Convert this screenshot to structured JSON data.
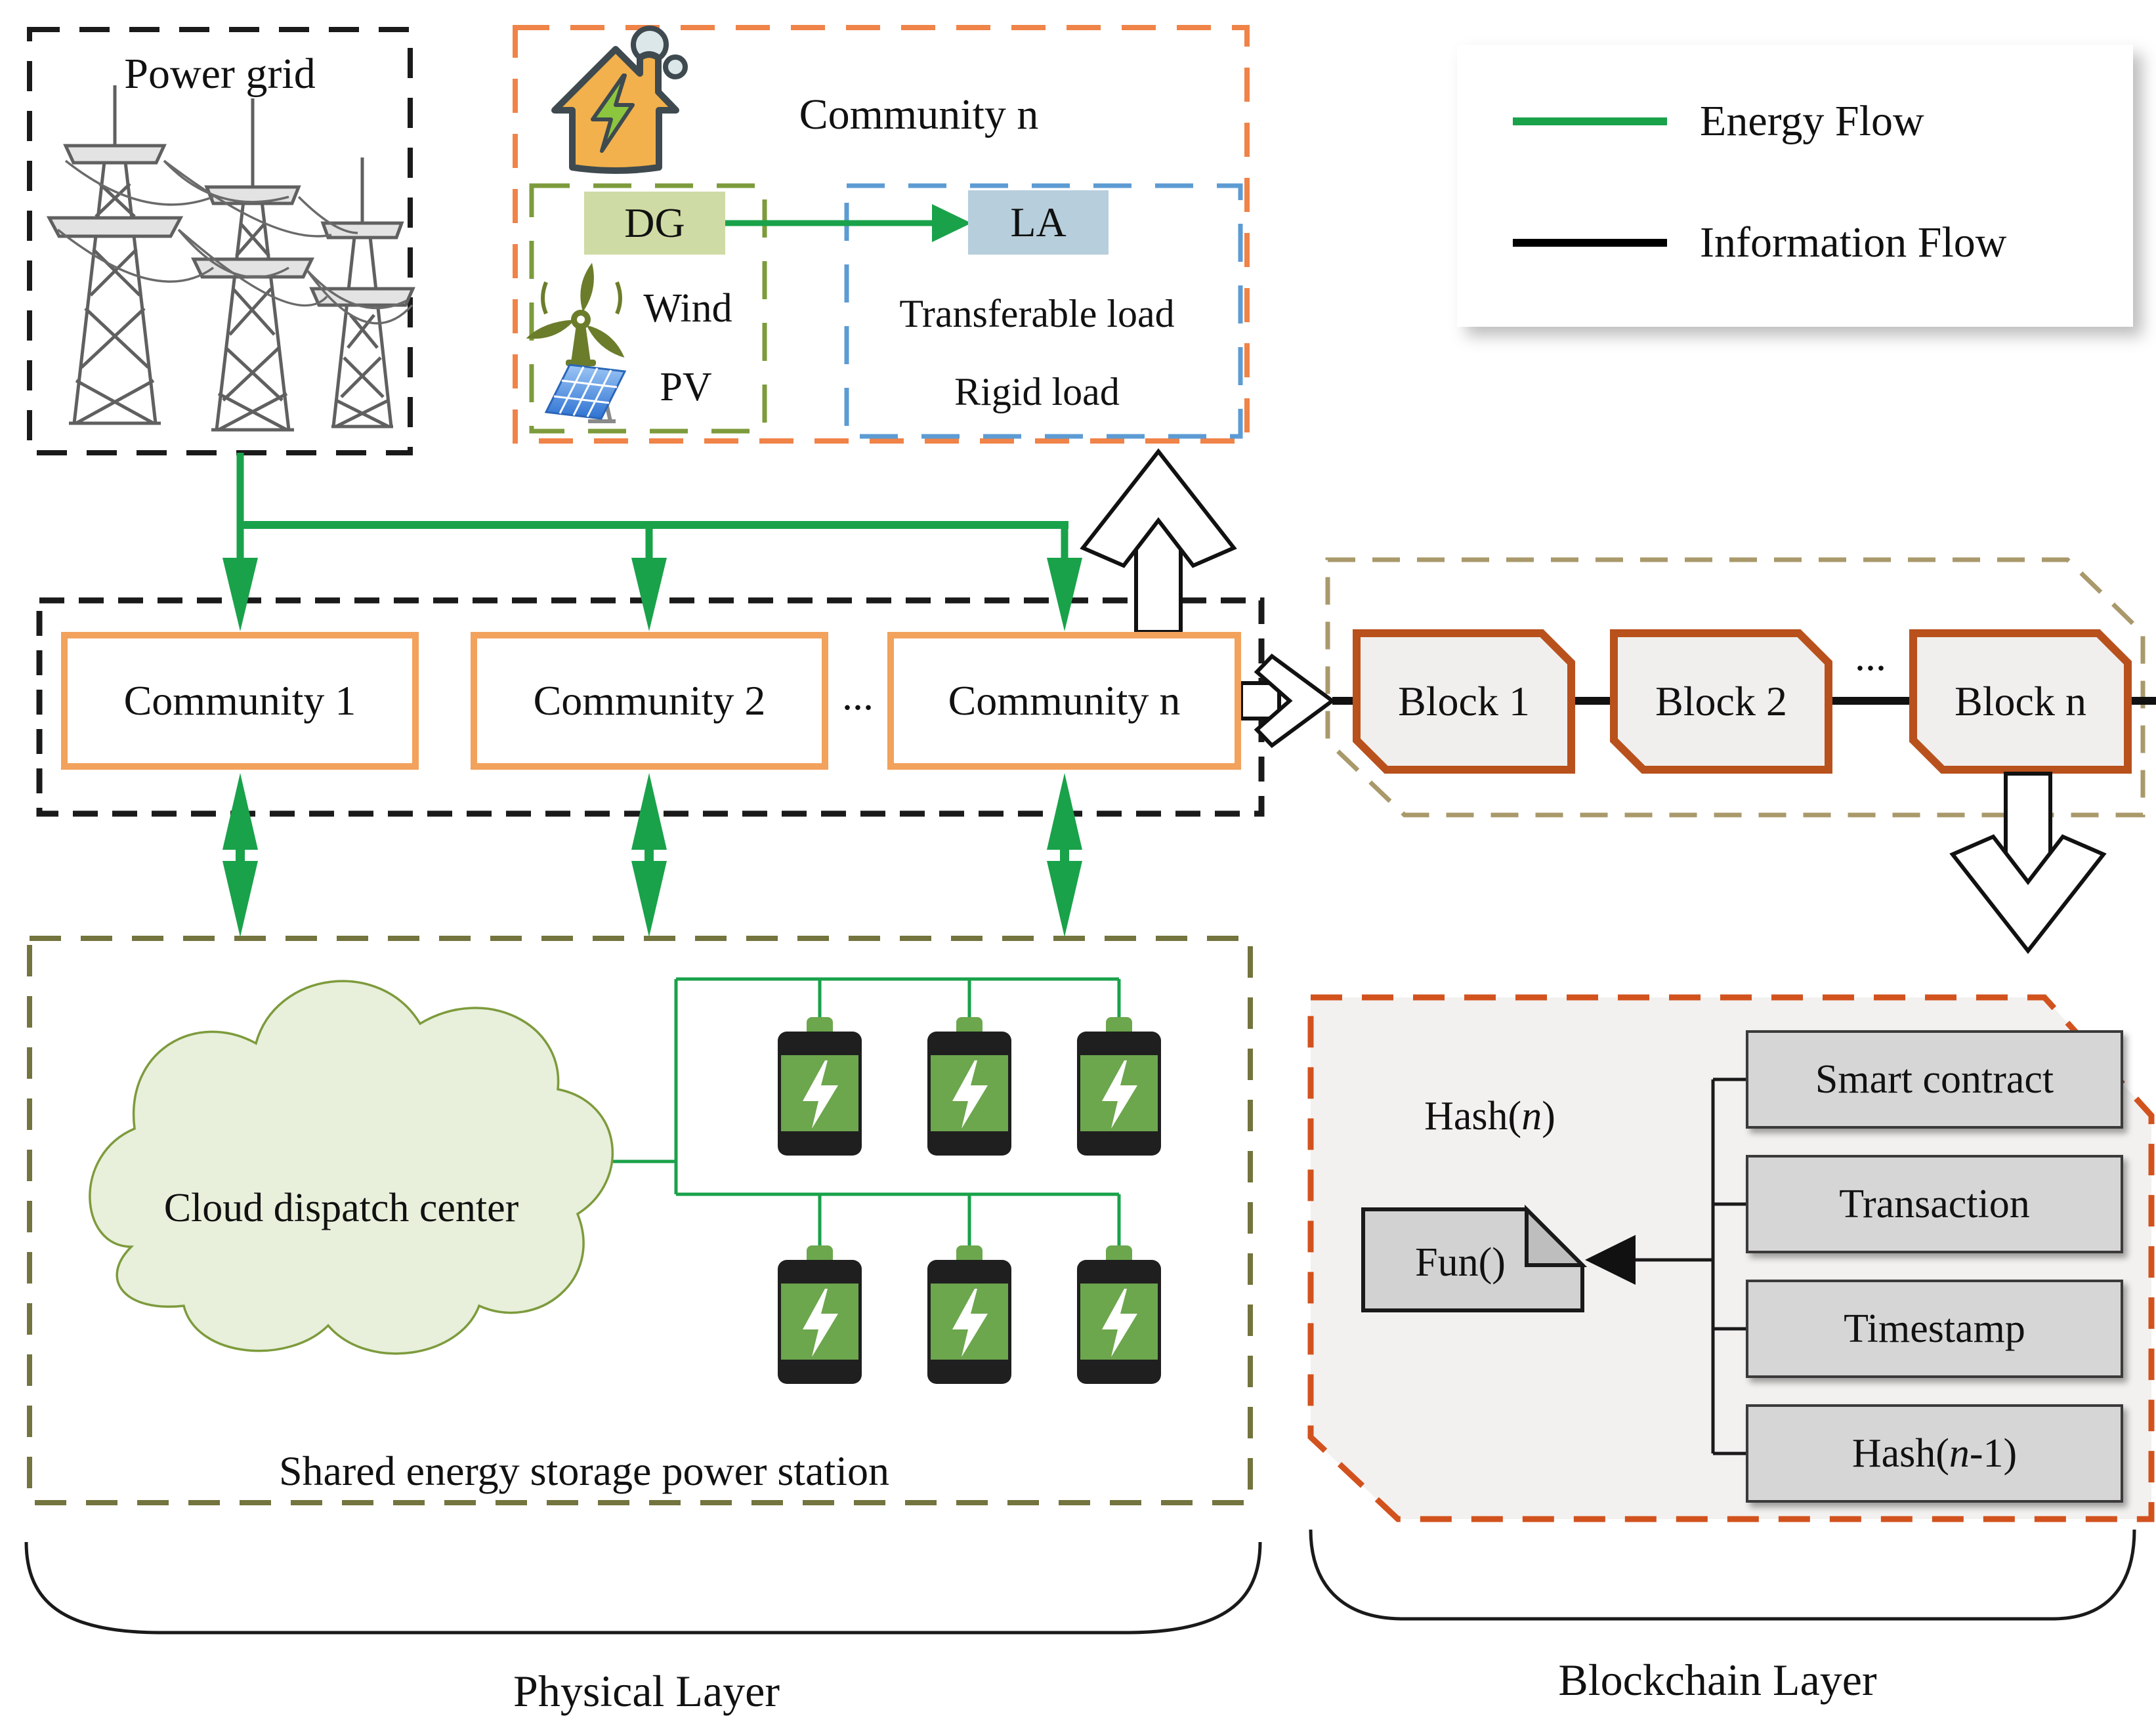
{
  "power_grid": {
    "title": "Power grid"
  },
  "community_detail": {
    "title": "Community n",
    "dg_label": "DG",
    "la_label": "LA",
    "wind_label": "Wind",
    "pv_label": "PV",
    "transferable_load": "Transferable load",
    "rigid_load": "Rigid load"
  },
  "legend": {
    "energy_flow": "Energy Flow",
    "information_flow": "Information Flow",
    "energy_color": "#19A24A",
    "information_color": "#000000"
  },
  "communities": {
    "items": [
      "Community 1",
      "Community 2",
      "Community n"
    ],
    "ellipsis": "..."
  },
  "blockchain": {
    "blocks": [
      "Block 1",
      "Block 2",
      "Block n"
    ],
    "ellipsis": "...",
    "block_border_color": "#B9511D",
    "block_fill_color": "#F0EFED"
  },
  "storage": {
    "cloud_label": "Cloud dispatch center",
    "station_label": "Shared energy storage power station"
  },
  "block_detail": {
    "hash_prefix": "Hash(",
    "hash_n": "n",
    "hash_suffix": ")",
    "fun_label": "Fun()",
    "items": [
      "Smart contract",
      "Transaction",
      "Timestamp"
    ],
    "hash_item_prefix": "Hash(",
    "hash_item_n": "n",
    "hash_item_suffix": "-1)"
  },
  "layers": {
    "physical": "Physical Layer",
    "blockchain": "Blockchain Layer"
  }
}
